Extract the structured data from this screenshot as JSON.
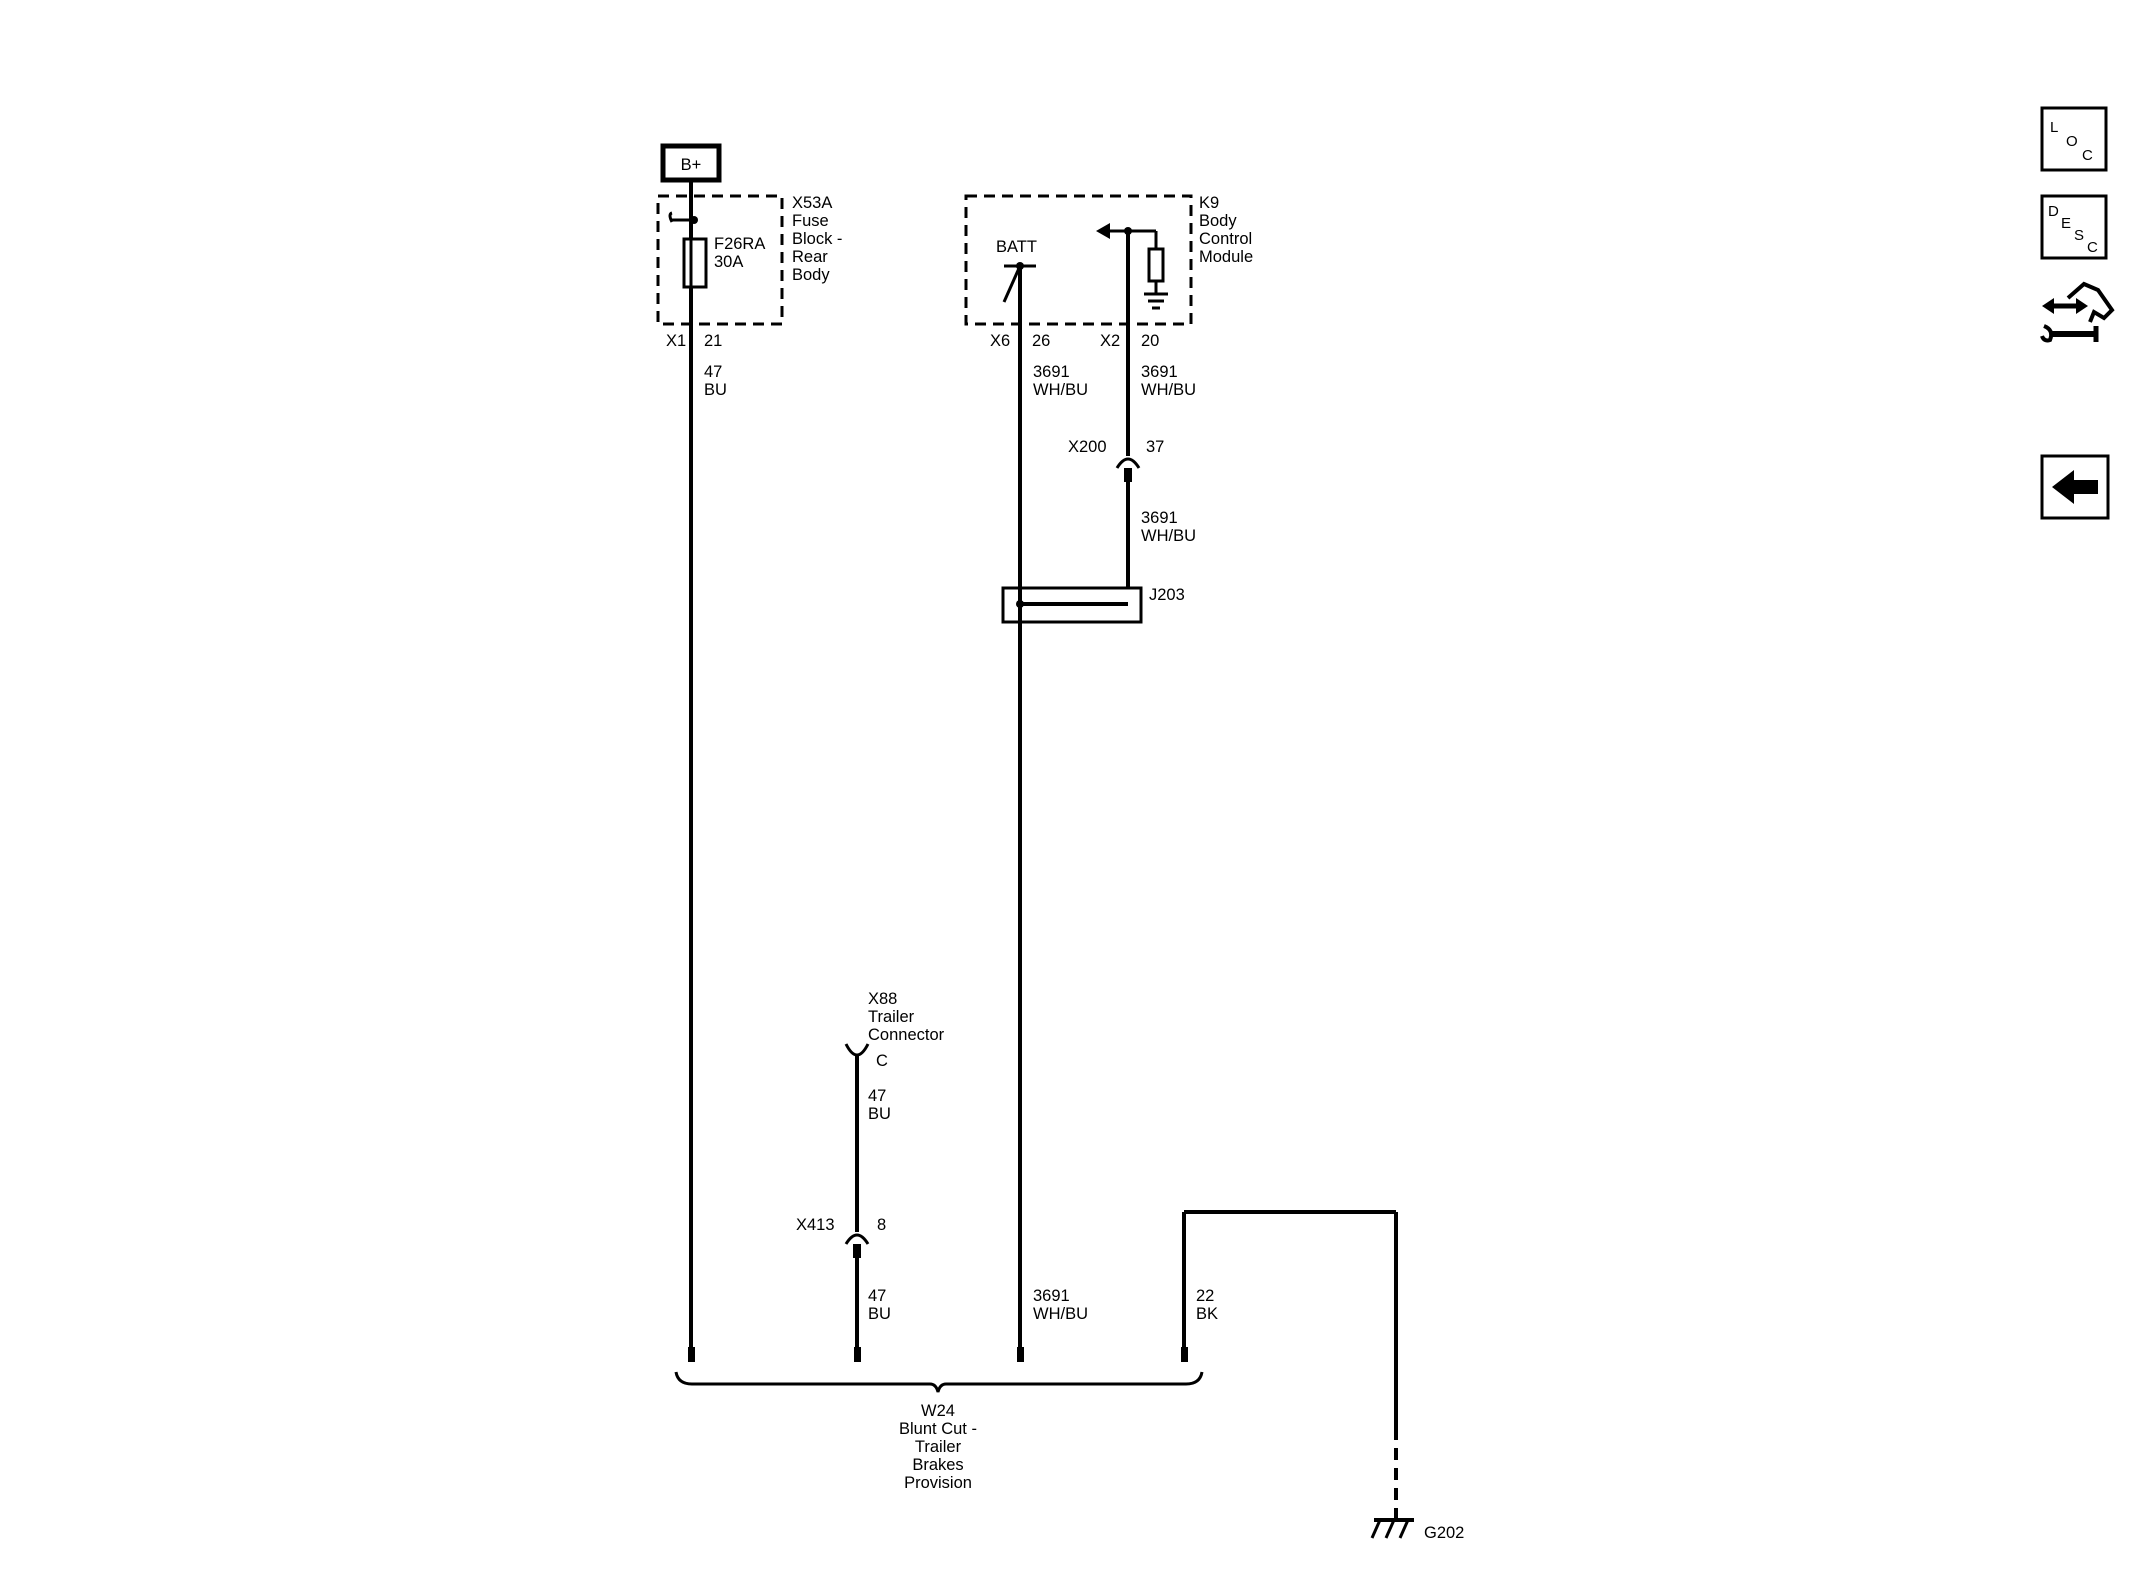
{
  "power": {
    "label": "B+"
  },
  "fuse_block": {
    "ref": "X53A",
    "name_lines": [
      "Fuse",
      "Block -",
      "Rear",
      "Body"
    ],
    "fuse_id": "F26RA",
    "fuse_rating": "30A",
    "connector": "X1",
    "pin": "21"
  },
  "bcm": {
    "ref": "K9",
    "name_lines": [
      "Body",
      "Control",
      "Module"
    ],
    "batt_label": "BATT",
    "connector_left": "X6",
    "pin_left": "26",
    "connector_right": "X2",
    "pin_right": "20"
  },
  "inline_x200": {
    "ref": "X200",
    "pin": "37"
  },
  "splice": {
    "ref": "J203"
  },
  "trailer_connector": {
    "ref": "X88",
    "name_lines": [
      "Trailer",
      "Connector"
    ],
    "pin": "C"
  },
  "inline_x413": {
    "ref": "X413",
    "pin": "8"
  },
  "wires": {
    "fuse_out": {
      "circuit": "47",
      "color": "BU"
    },
    "bcm_x6": {
      "circuit": "3691",
      "color": "WH/BU"
    },
    "bcm_x2": {
      "circuit": "3691",
      "color": "WH/BU"
    },
    "x200_out": {
      "circuit": "3691",
      "color": "WH/BU"
    },
    "x88_out": {
      "circuit": "47",
      "color": "BU"
    },
    "x413_out": {
      "circuit": "47",
      "color": "BU"
    },
    "w24_batt": {
      "circuit": "3691",
      "color": "WH/BU"
    },
    "ground": {
      "circuit": "22",
      "color": "BK"
    }
  },
  "harness": {
    "ref": "W24",
    "name_lines": [
      "Blunt Cut -",
      "Trailer",
      "Brakes",
      "Provision"
    ]
  },
  "ground": {
    "ref": "G202"
  },
  "side_nav": {
    "loc": {
      "letters": [
        "L",
        "O",
        "C"
      ]
    },
    "desc": {
      "letters": [
        "D",
        "E",
        "S",
        "C"
      ]
    },
    "connector_icon": "connector-repair-icon",
    "back_icon": "back-arrow-icon"
  }
}
